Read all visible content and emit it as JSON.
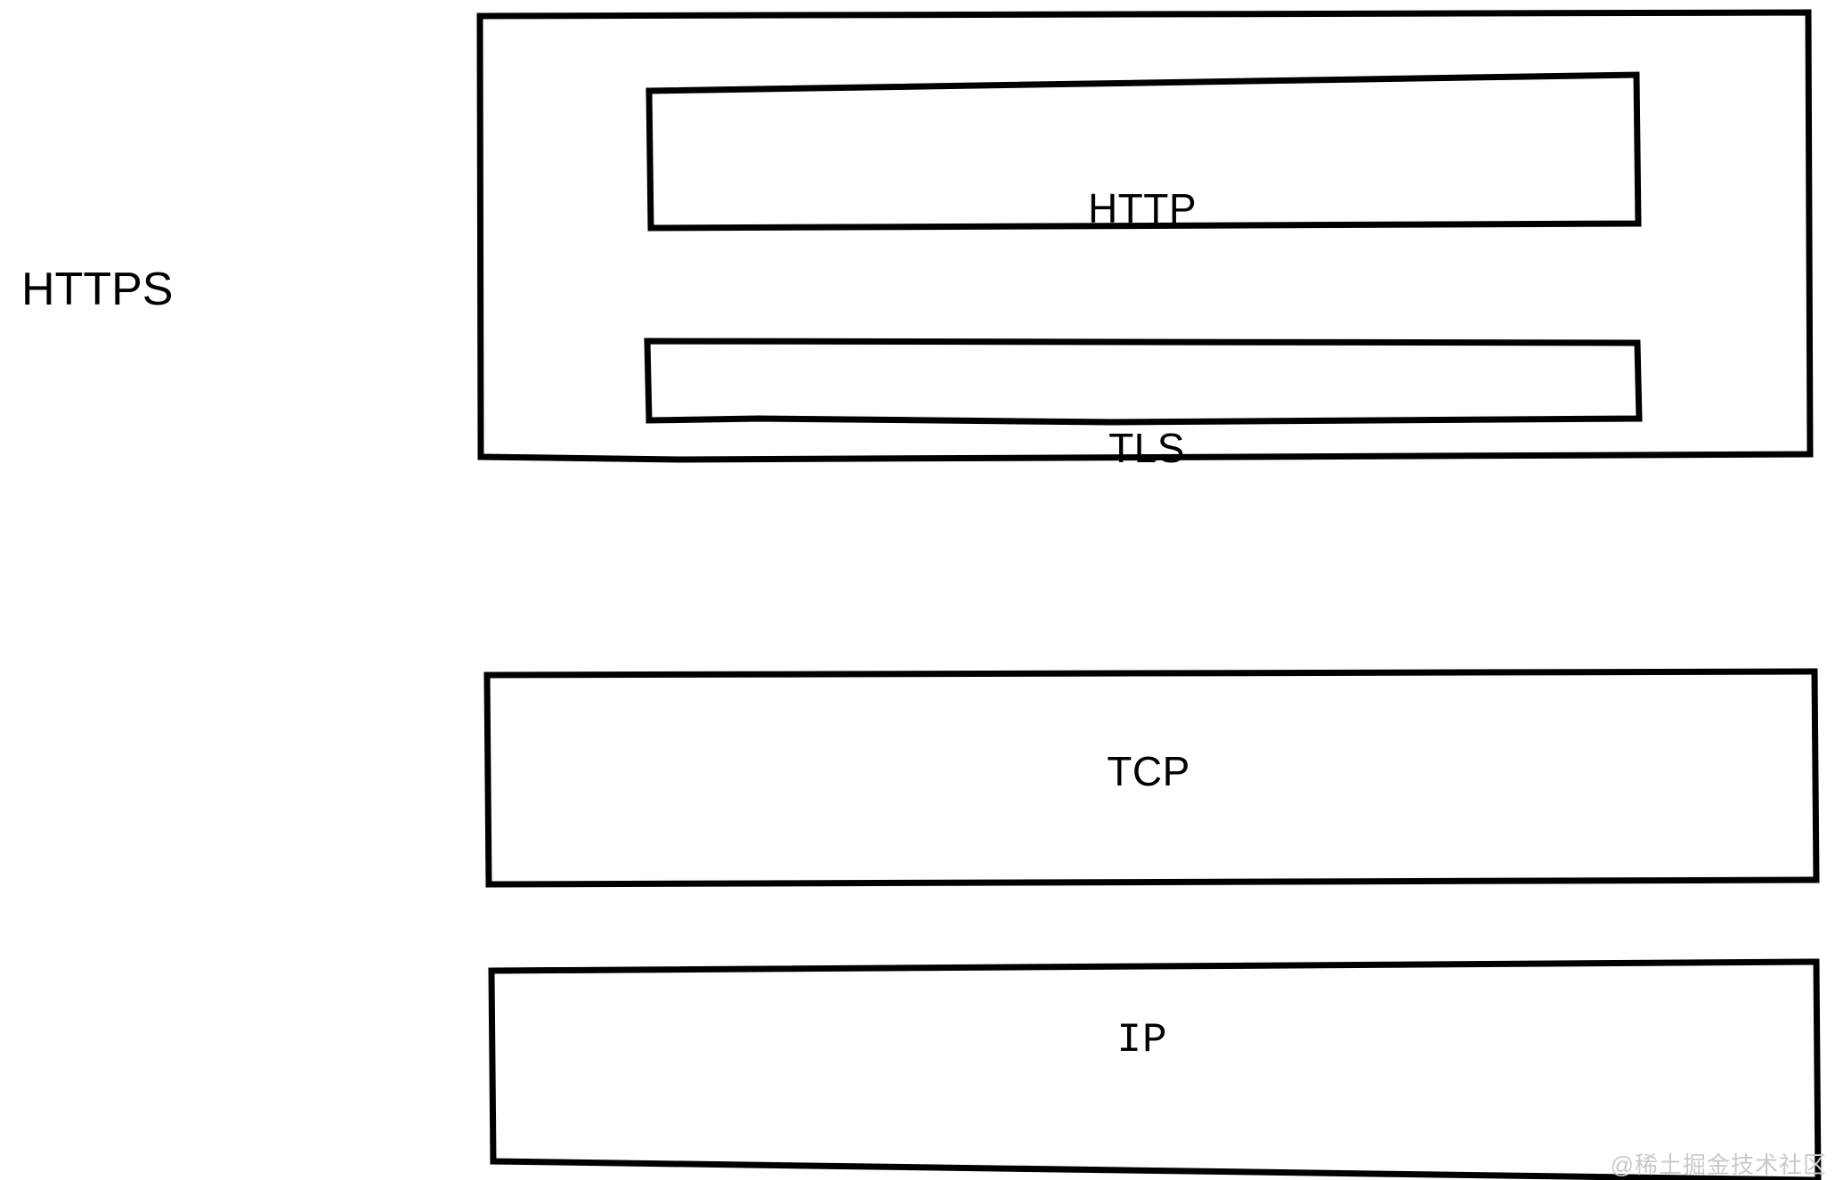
{
  "diagram": {
    "title": "HTTPS protocol stack",
    "background_color": "#ffffff",
    "stroke_color": "#000000",
    "side_label": "HTTPS",
    "layers": [
      {
        "id": "https-container",
        "label": "",
        "kind": "container",
        "contains": [
          "HTTP",
          "TLS"
        ]
      },
      {
        "id": "http-box",
        "label": "HTTP",
        "kind": "inner"
      },
      {
        "id": "tls-box",
        "label": "TLS",
        "kind": "inner"
      },
      {
        "id": "tcp-box",
        "label": "TCP",
        "kind": "standalone"
      },
      {
        "id": "ip-box",
        "label": "IP",
        "kind": "standalone"
      }
    ]
  },
  "watermark": {
    "text": "@稀土掘金技术社区",
    "color": "#c9c9c9"
  }
}
